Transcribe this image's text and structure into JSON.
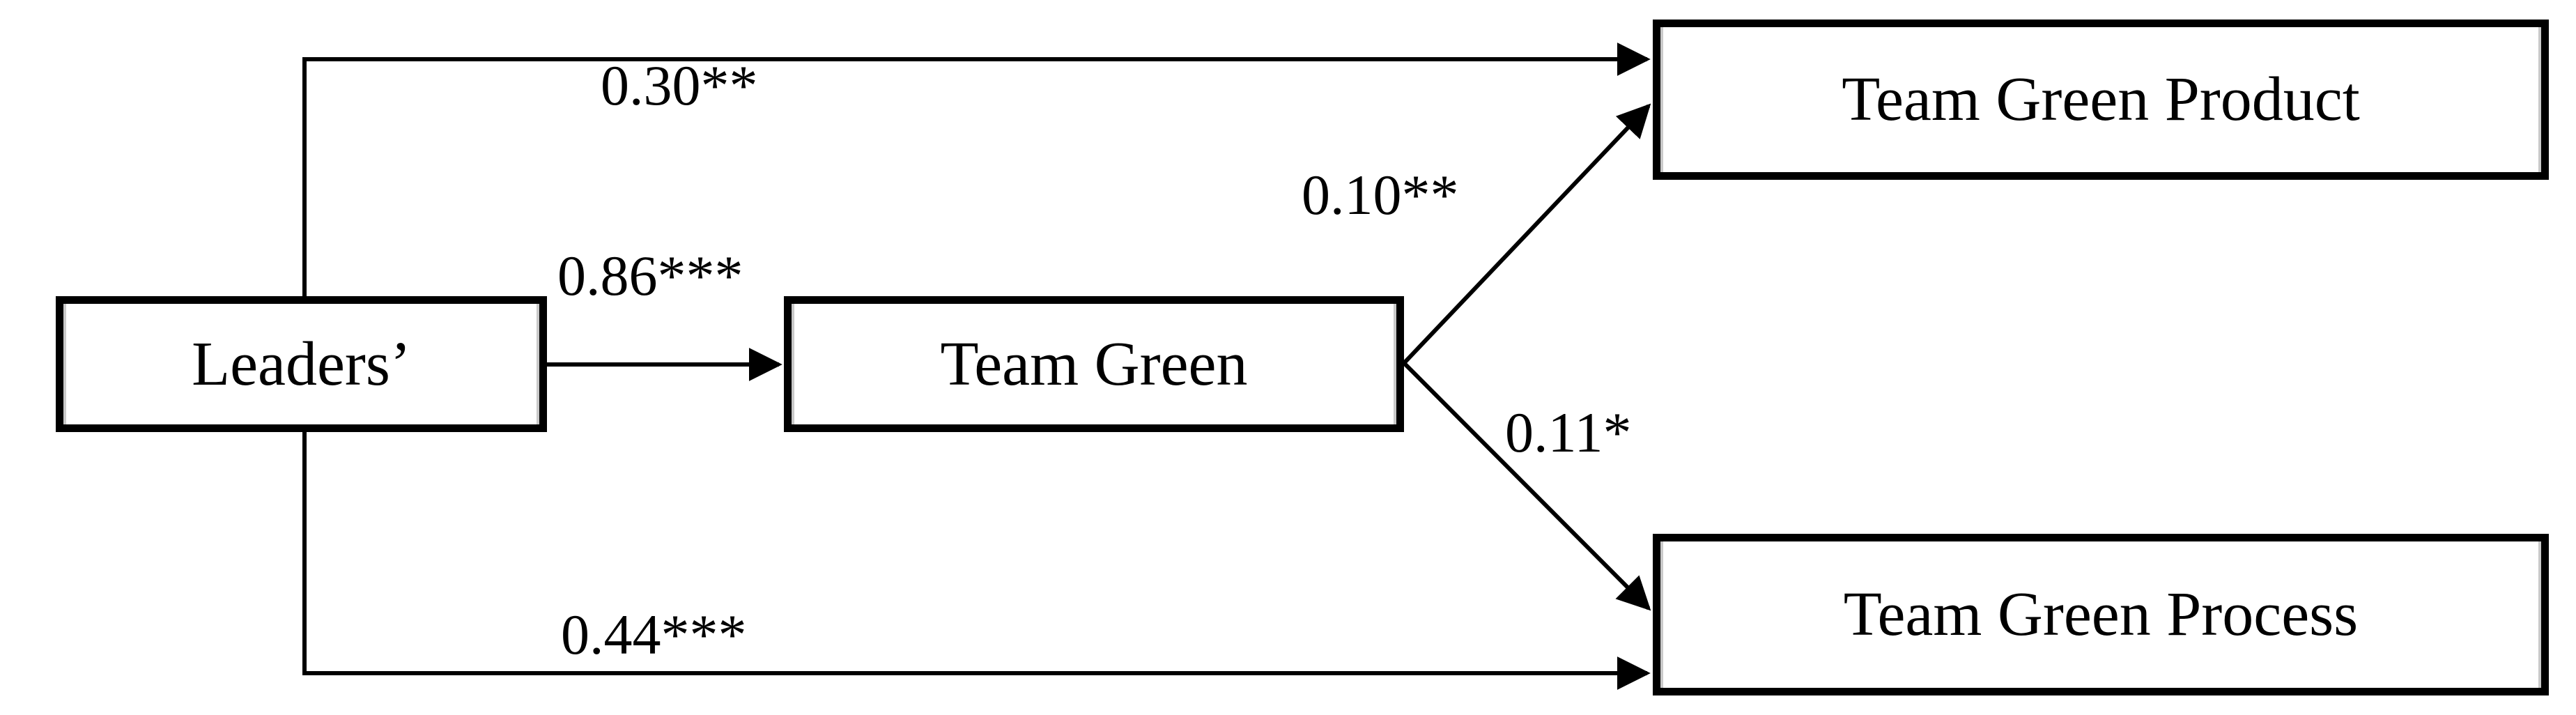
{
  "diagram": {
    "background_color": "#ffffff",
    "line_color": "#000000",
    "nodes": {
      "leaders": {
        "label": "Leaders’"
      },
      "team_green": {
        "label": "Team Green"
      },
      "team_green_product": {
        "label": "Team Green Product"
      },
      "team_green_process": {
        "label": "Team Green Process"
      }
    },
    "paths": [
      {
        "from": "leaders",
        "to": "team_green_product",
        "coefficient": "0.30**",
        "value": 0.3,
        "significance": "**"
      },
      {
        "from": "leaders",
        "to": "team_green",
        "coefficient": "0.86***",
        "value": 0.86,
        "significance": "***"
      },
      {
        "from": "team_green",
        "to": "team_green_product",
        "coefficient": "0.10**",
        "value": 0.1,
        "significance": "**"
      },
      {
        "from": "team_green",
        "to": "team_green_process",
        "coefficient": "0.11*",
        "value": 0.11,
        "significance": "*"
      },
      {
        "from": "leaders",
        "to": "team_green_process",
        "coefficient": "0.44***",
        "value": 0.44,
        "significance": "***"
      }
    ]
  }
}
